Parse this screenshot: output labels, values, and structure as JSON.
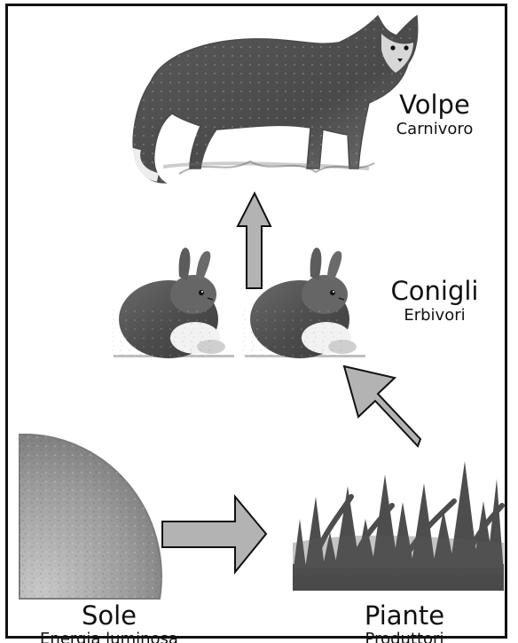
{
  "diagram": {
    "organisms": [
      {
        "id": "volpe",
        "name": "Volpe",
        "role": "Carnivoro",
        "icon": "fox-icon"
      },
      {
        "id": "conigli",
        "name": "Conigli",
        "role": "Erbivori",
        "icon": "rabbit-icon"
      },
      {
        "id": "piante",
        "name": "Piante",
        "role": "Produttori",
        "icon": "grass-icon"
      },
      {
        "id": "sole",
        "name": "Sole",
        "role": "Energia luminosa",
        "icon": "sun-icon"
      }
    ],
    "arrows": [
      {
        "from": "Sole",
        "to": "Piante"
      },
      {
        "from": "Piante",
        "to": "Conigli"
      },
      {
        "from": "Conigli",
        "to": "Volpe"
      }
    ],
    "colors": {
      "arrow_fill": "#b3b3b3",
      "outline": "#111111",
      "sun": "#9a9a9a",
      "grass": "#4d4d4d",
      "fox": "#555555",
      "rabbit": "#5a5a5a"
    }
  }
}
